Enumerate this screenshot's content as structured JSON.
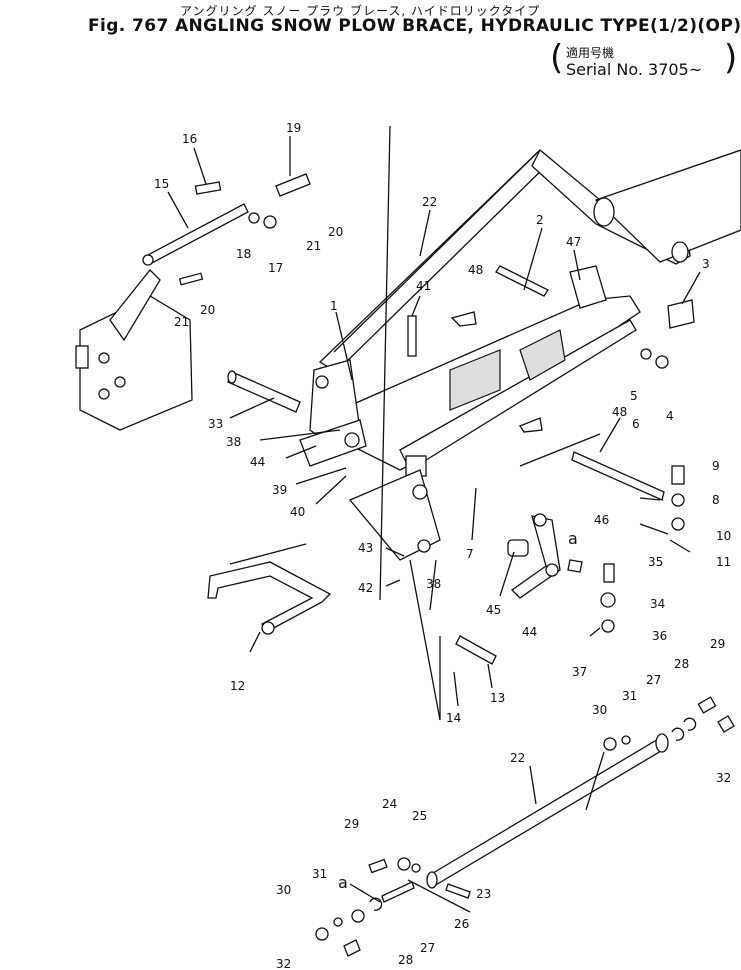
{
  "header": {
    "jp_title": "アングリング スノー プラウ ブレース, ハイドロリックタイプ",
    "title": "Fig. 767 ANGLING SNOW PLOW BRACE, HYDRAULIC TYPE(1/2)(OP)",
    "serial_jp": "適用号機",
    "serial": "Serial No. 3705~"
  },
  "callouts": [
    "16",
    "19",
    "15",
    "22",
    "2",
    "47",
    "3",
    "20",
    "21",
    "18",
    "17",
    "20",
    "21",
    "48",
    "41",
    "1",
    "5",
    "4",
    "33",
    "38",
    "44",
    "48",
    "6",
    "9",
    "39",
    "40",
    "8",
    "10",
    "11",
    "46",
    "a",
    "35",
    "43",
    "38",
    "7",
    "42",
    "45",
    "34",
    "44",
    "36",
    "12",
    "13",
    "14",
    "37",
    "29",
    "28",
    "27",
    "31",
    "30",
    "32",
    "22",
    "24",
    "25",
    "29",
    "23",
    "31",
    "a",
    "30",
    "26",
    "27",
    "28",
    "32"
  ]
}
